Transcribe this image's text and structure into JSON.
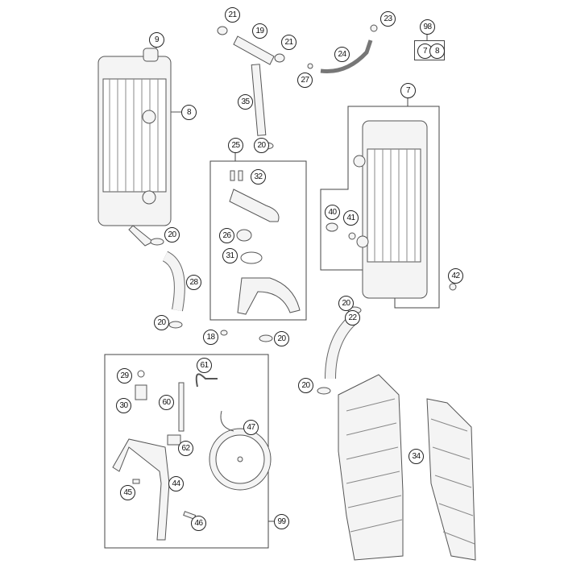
{
  "title": "Cooling system exploded parts diagram",
  "callouts": [
    "21",
    "19",
    "21",
    "23",
    "98",
    "9",
    "8",
    "24",
    "27",
    "35",
    "20",
    "25",
    "7",
    "32",
    "40",
    "41",
    "26",
    "31",
    "42",
    "20",
    "28",
    "20",
    "18",
    "20",
    "20",
    "22",
    "20",
    "61",
    "29",
    "30",
    "60",
    "47",
    "62",
    "44",
    "45",
    "46",
    "99",
    "34"
  ],
  "kit": {
    "label": "98",
    "items": [
      "7",
      "8"
    ]
  },
  "colors": {
    "line": "#555555",
    "fill": "#f2f2f2",
    "box": "#444444"
  }
}
